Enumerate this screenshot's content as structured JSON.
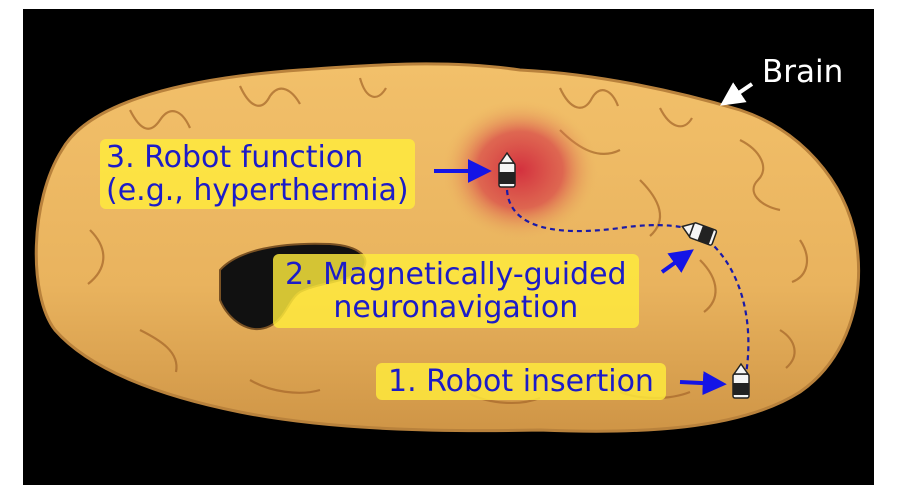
{
  "labels": {
    "brain": "Brain",
    "step1": "1. Robot insertion",
    "step2": "2. Magnetically-guided\nneuronavigation",
    "step3": "3. Robot function\n(e.g., hyperthermia)"
  },
  "colors": {
    "background": "#000000",
    "tissue": "#e8b25c",
    "label_text": "#1c1cc8",
    "label_bg": "#ffe93c",
    "arrow": "#1414e6",
    "heat_spot": "#d22a3c",
    "path_dash": "#1a1aa8"
  },
  "icons": [
    "robot-icon",
    "arrow-icon"
  ]
}
